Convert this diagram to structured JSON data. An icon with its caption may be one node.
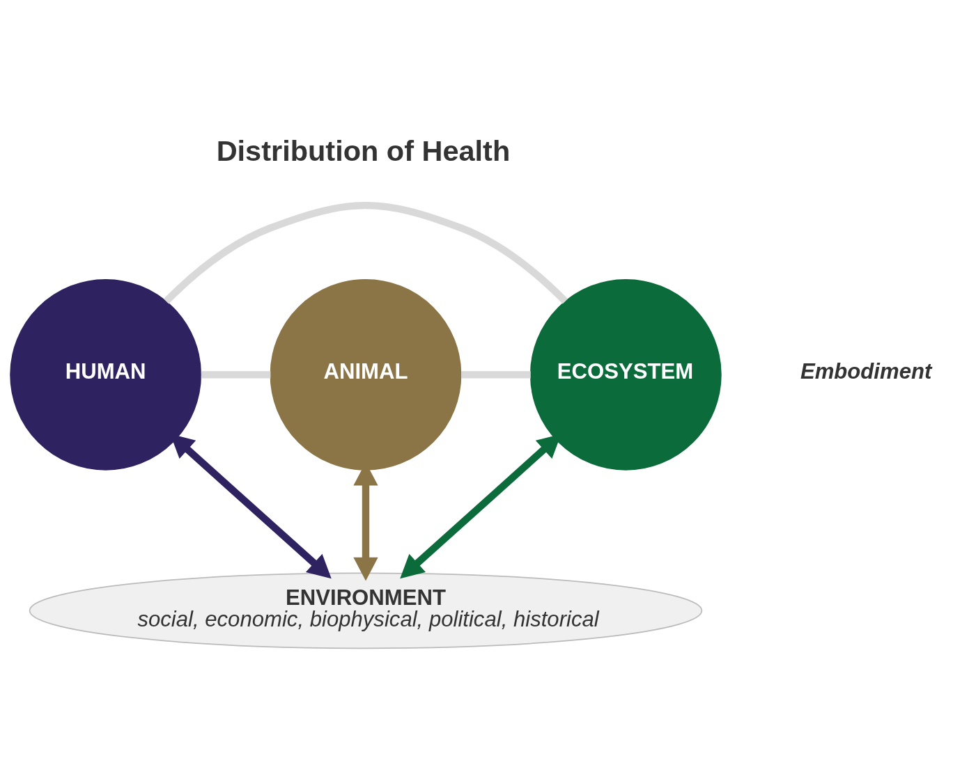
{
  "diagram": {
    "nodes": [
      {
        "text": [
          "HUMAN"
        ]
      },
      {
        "text": [
          "ECOSYSTEM"
        ]
      },
      {
        "text": [
          "ANIMAL"
        ]
      },
      {
        "text": [
          "ENVIRONMENT",
          "social, economic, biophysical, political, historical"
        ]
      }
    ],
    "edges": [
      {
        "from": 0,
        "to": 1,
        "arrow": "none",
        "color": "#d9d9d9"
      },
      {
        "from": 0,
        "to": 2,
        "arrow": "none",
        "color": "#d9d9d9"
      },
      {
        "from": 2,
        "to": 1,
        "arrow": "none",
        "color": "#d9d9d9"
      },
      {
        "from": 0,
        "to": 3,
        "arrow": "both",
        "color": "#2e2360"
      },
      {
        "from": 2,
        "to": 3,
        "arrow": "both",
        "color": "#8b7546"
      },
      {
        "from": 1,
        "to": 3,
        "arrow": "both",
        "color": "#0b6b3a"
      }
    ],
    "labels": [
      "Distribution of Health",
      "Embodiment"
    ]
  }
}
